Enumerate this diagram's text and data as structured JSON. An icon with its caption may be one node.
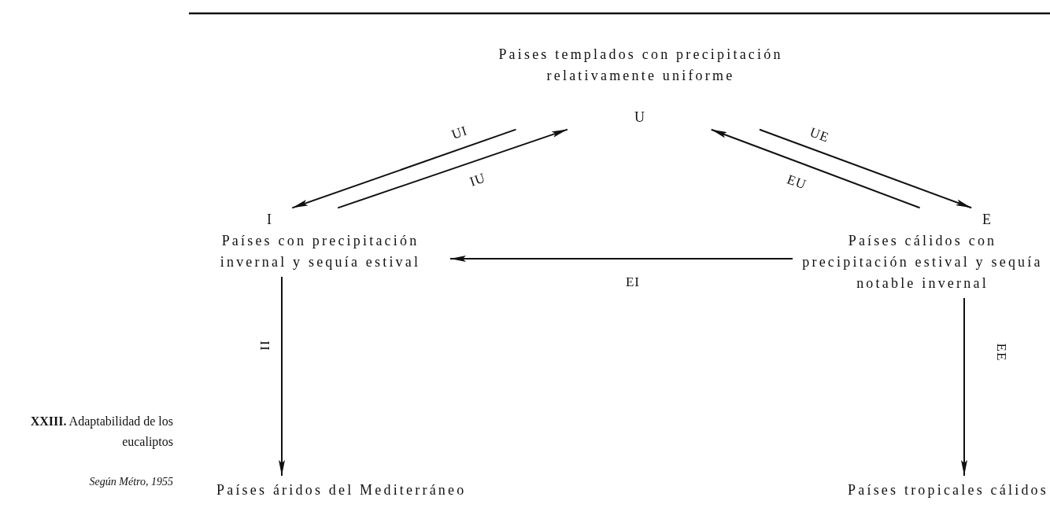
{
  "diagram": {
    "caption": "**XXIII.** Adaptabilidad de los eucaliptos",
    "nodes": [
      {
        "text": [
          "Paises templados con precipitación relativamente uniforme",
          "U"
        ]
      },
      {
        "text": [
          "I",
          "Países con precipitación invernal y sequía estival"
        ]
      },
      {
        "text": [
          "E",
          "Países cálidos con precipitación estival y sequía notable invernal"
        ]
      },
      {
        "text": [
          "Países áridos del Mediterráneo"
        ]
      },
      {
        "text": [
          "Países tropicales cálidos"
        ]
      }
    ],
    "edges": [
      {
        "from": 0,
        "to": 1,
        "arrow": "to",
        "label": "UI"
      },
      {
        "from": 1,
        "to": 0,
        "arrow": "to",
        "label": "IU"
      },
      {
        "from": 0,
        "to": 2,
        "arrow": "to",
        "label": "UE"
      },
      {
        "from": 2,
        "to": 0,
        "arrow": "to",
        "label": "EU"
      },
      {
        "from": 2,
        "to": 1,
        "arrow": "to",
        "label": "EI"
      },
      {
        "from": 1,
        "to": 3,
        "arrow": "to",
        "label": "II"
      },
      {
        "from": 2,
        "to": 4,
        "arrow": "to",
        "label": "EE"
      }
    ],
    "labels": [
      "Según Métro, 1955"
    ]
  }
}
